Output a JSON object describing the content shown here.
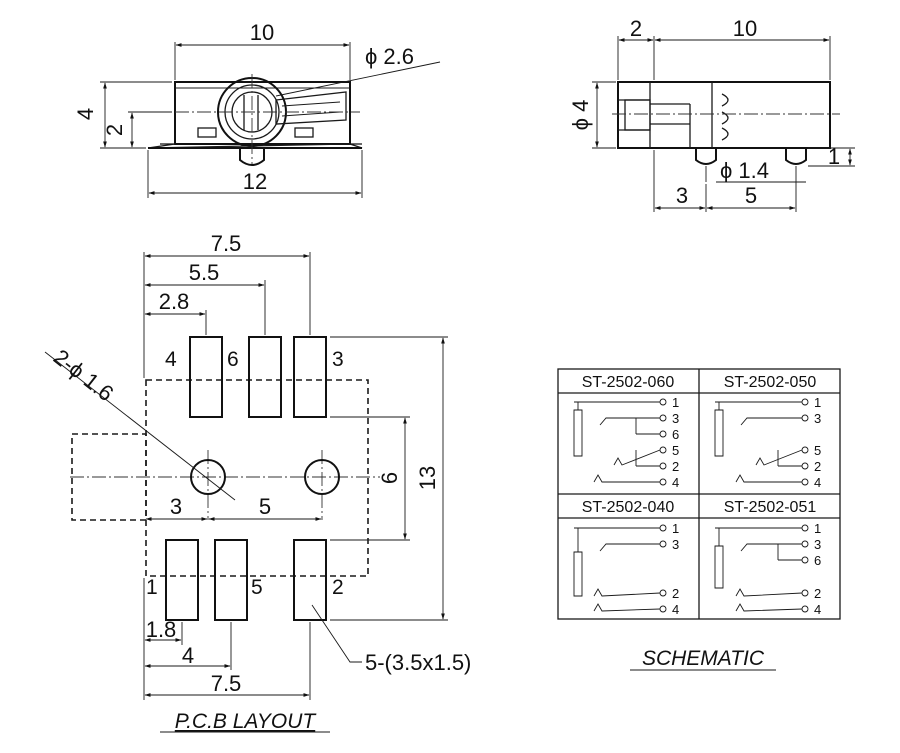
{
  "front_view": {
    "width_label": "10",
    "hole_label": "ϕ 2.6",
    "height_label": "4",
    "center_label": "2",
    "base_label": "12"
  },
  "side_view": {
    "offset_label": "2",
    "length_label": "10",
    "dia_label": "ϕ 4",
    "pin_dia_label": "ϕ 1.4",
    "pin_height_label": "1",
    "pin_offset_label": "3",
    "pin_pitch_label": "5"
  },
  "pcb_layout": {
    "title": "P.C.B LAYOUT",
    "top_dims": [
      "7.5",
      "5.5",
      "2.8"
    ],
    "hole_label": "2-ϕ 1.6",
    "hole_left_label": "3",
    "hole_right_label": "5",
    "pad_row_gap_label": "6",
    "overall_height_label": "13",
    "bottom_dims": [
      "1.8",
      "4",
      "7.5"
    ],
    "pad_callout": "5-(3.5x1.5)",
    "pins": [
      "4",
      "6",
      "3",
      "1",
      "5",
      "2"
    ]
  },
  "schematic": {
    "title": "SCHEMATIC",
    "cells": [
      {
        "model": "ST-2502-060",
        "pins": [
          "1",
          "3",
          "6",
          "5",
          "2",
          "4"
        ]
      },
      {
        "model": "ST-2502-050",
        "pins": [
          "1",
          "3",
          "5",
          "2",
          "4"
        ]
      },
      {
        "model": "ST-2502-040",
        "pins": [
          "1",
          "3",
          "2",
          "4"
        ]
      },
      {
        "model": "ST-2502-051",
        "pins": [
          "1",
          "3",
          "6",
          "2",
          "4"
        ]
      }
    ]
  }
}
